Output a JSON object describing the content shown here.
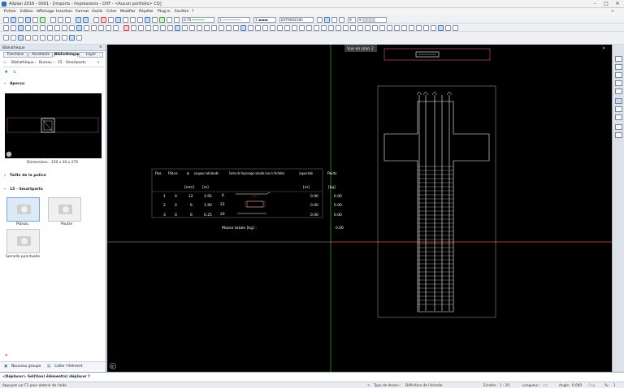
{
  "window": {
    "title": "Allplan 2016 - 0001 - [Imports - Impressions - DXF - <Aucun portfolio> CQ]",
    "controls": [
      "–",
      "□",
      "✕"
    ]
  },
  "menu": [
    "Fichier",
    "Edition",
    "Affichage",
    "Insertion",
    "Format",
    "Outils",
    "Créer",
    "Modifier",
    "Répéter",
    "Plug-in",
    "Fenêtre",
    "?"
  ],
  "toolbar": {
    "pen_thickness": "0.70",
    "line_type": "1",
    "line_color": "1",
    "layer": "EXT0002160",
    "scale_factor": "9",
    "pattern_value": "9"
  },
  "library": {
    "panel_title": "Bibliothèque",
    "tabs": [
      "Fonctions",
      "Assistants",
      "Bibliothèque",
      "Layer"
    ],
    "active_tab": "Bibliothèque",
    "breadcrumb": [
      "Bibliothèque",
      "Bureau",
      "15 - Smartparts"
    ],
    "preview_header": "Aperçu",
    "dimensions": "Dimensions :    150 x 30 x 270",
    "font_size_header": "Taille de la police",
    "folder_header": "15 - Smartparts",
    "smartparts": [
      {
        "name": "Poteau",
        "selected": true
      },
      {
        "name": "Poutre",
        "selected": false
      },
      {
        "name": "Semelle ponctuelle",
        "selected": false
      }
    ],
    "new_group": "Nouveau groupe",
    "paste_element": "Coller l'élément"
  },
  "drawing": {
    "plan_label": "Vue en plan 2",
    "bar_schedule": {
      "headers": [
        "Pos.",
        "Pièce",
        "ø",
        "Longueur individuelle",
        "Forme de façonnage calculée (non à l'échelle)",
        "Longueur totale",
        "Poids"
      ],
      "units": [
        "",
        "",
        "[mm]",
        "[m]",
        "",
        "[m]",
        "[kg]"
      ],
      "rows": [
        {
          "pos": "1",
          "piece": "0",
          "diameter": "12",
          "length": "3.95",
          "shape_dim": "6",
          "total": "0.00",
          "weight": "0.00"
        },
        {
          "pos": "2",
          "piece": "0",
          "diameter": "6",
          "length": "1.90",
          "shape_dim": "22",
          "total": "0.00",
          "weight": "0.00"
        },
        {
          "pos": "3",
          "piece": "0",
          "diameter": "6",
          "length": "0.25",
          "shape_dim": "20",
          "total": "0.00",
          "weight": "0.00"
        }
      ],
      "total_mass_label": "Masse totale [kg] :",
      "total_mass_value": "0.00"
    }
  },
  "command_line": "<Déplacer> Sel(tion) élément(s) déplacer ?",
  "status": {
    "hint": "Appuyez sur F1 pour obtenir de l'aide",
    "drawing_type_label": "Type de dessin :",
    "drawing_type_value": "Définition de l'échelle",
    "scale_label": "Echelle :",
    "scale_value": "1 : 20",
    "length_label": "Longueur :",
    "length_value": "cm",
    "angle_label": "Angle :",
    "angle_value": "0.000",
    "deg_label": "Deg",
    "percent_label": "% :",
    "percent_value": "1"
  },
  "colors": {
    "canvas_bg": "#000000",
    "drawing_lines": "#ffffff",
    "crosshair_green": "#3cb43c",
    "crosshair_red": "#c83232",
    "viewport_frame": "#e05a78"
  }
}
